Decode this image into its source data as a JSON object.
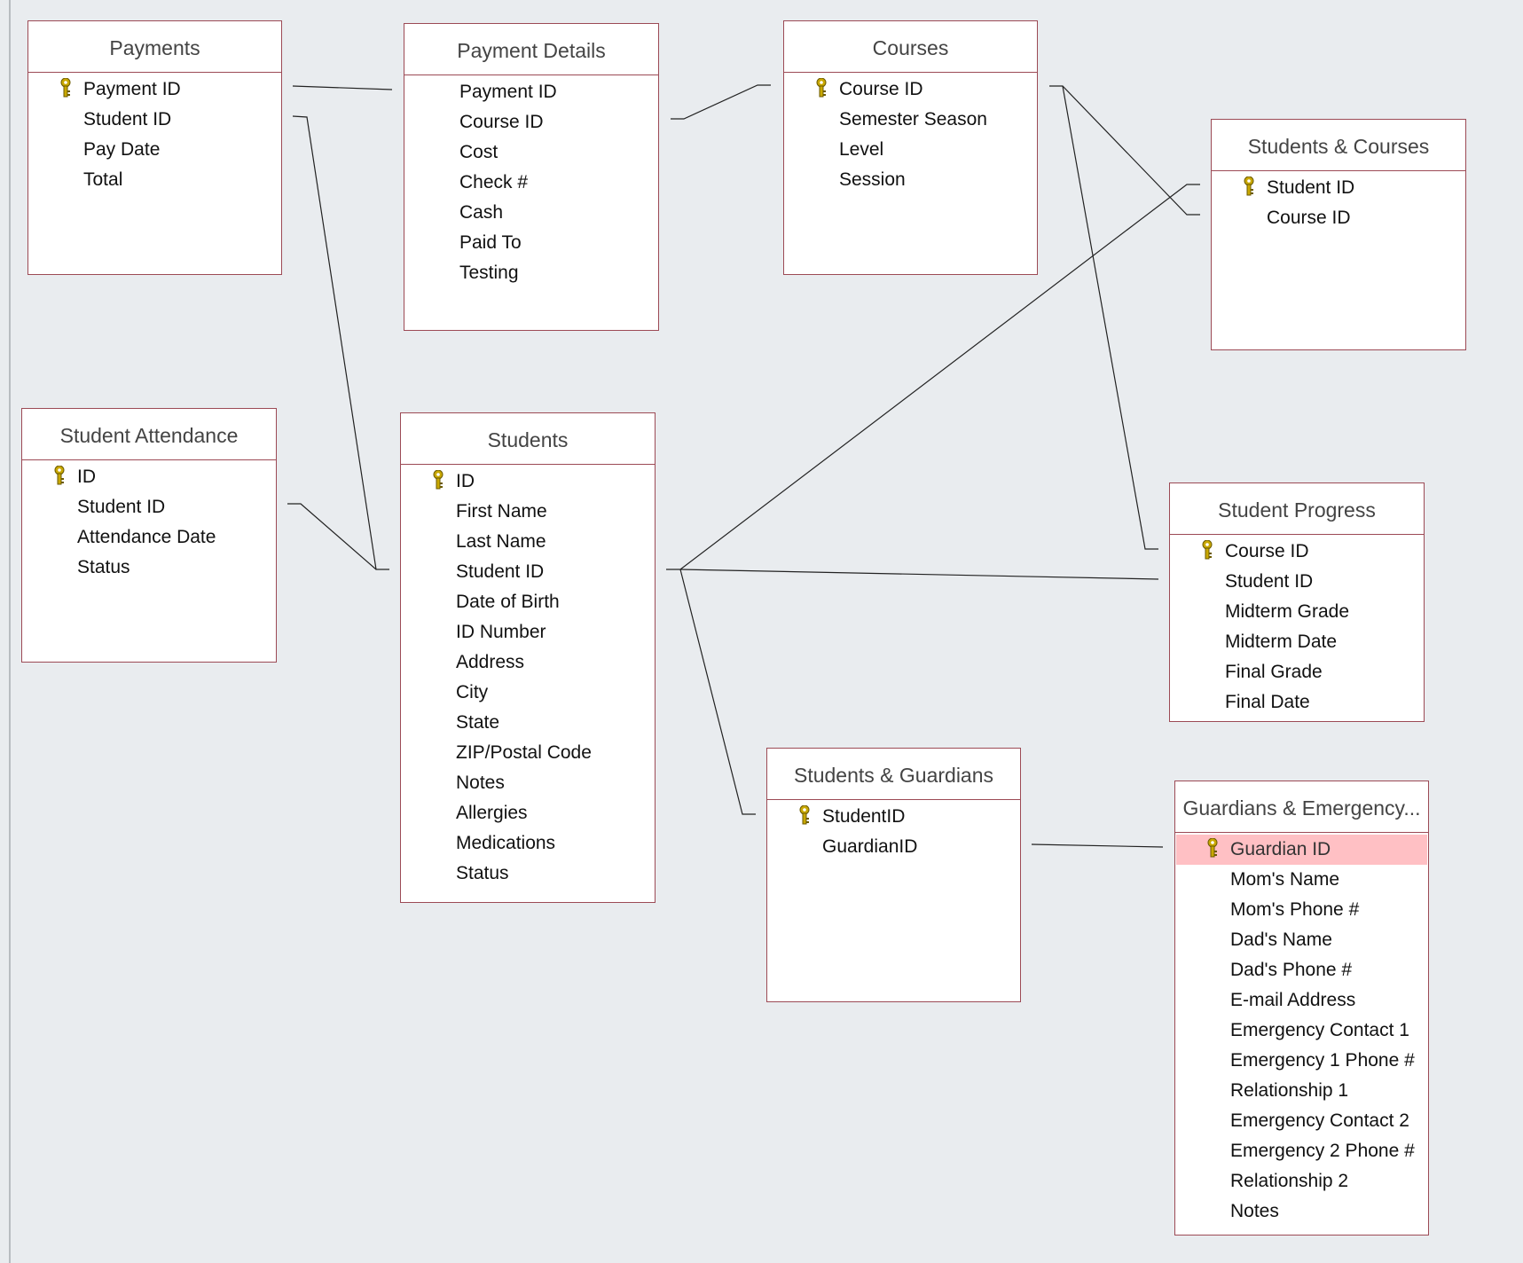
{
  "tables": [
    {
      "id": "payments",
      "title": "Payments",
      "fields": [
        "Payment ID",
        "Student ID",
        "Pay Date",
        "Total"
      ],
      "keys": [
        0
      ]
    },
    {
      "id": "payment-details",
      "title": "Payment Details",
      "fields": [
        "Payment ID",
        "Course ID",
        "Cost",
        "Check #",
        "Cash",
        "Paid To",
        "Testing"
      ],
      "keys": []
    },
    {
      "id": "courses",
      "title": "Courses",
      "fields": [
        "Course ID",
        "Semester Season",
        "Level",
        "Session"
      ],
      "keys": [
        0
      ]
    },
    {
      "id": "students-courses",
      "title": "Students & Courses",
      "fields": [
        "Student ID",
        "Course ID"
      ],
      "keys": [
        0
      ]
    },
    {
      "id": "student-attendance",
      "title": "Student Attendance",
      "fields": [
        "ID",
        "Student ID",
        "Attendance Date",
        "Status"
      ],
      "keys": [
        0
      ]
    },
    {
      "id": "students",
      "title": "Students",
      "fields": [
        "ID",
        "First Name",
        "Last Name",
        "Student ID",
        "Date of Birth",
        "ID Number",
        "Address",
        "City",
        "State",
        "ZIP/Postal Code",
        "Notes",
        "Allergies",
        "Medications",
        "Status"
      ],
      "keys": [
        0
      ]
    },
    {
      "id": "student-progress",
      "title": "Student Progress",
      "fields": [
        "Course ID",
        "Student ID",
        "Midterm Grade",
        "Midterm Date",
        "Final Grade",
        "Final Date"
      ],
      "keys": [
        0
      ]
    },
    {
      "id": "students-guardians",
      "title": "Students & Guardians",
      "fields": [
        "StudentID",
        "GuardianID"
      ],
      "keys": [
        0
      ]
    },
    {
      "id": "guardians-emergency",
      "title": "Guardians & Emergency...",
      "fields": [
        "Guardian ID",
        "Mom's Name",
        "Mom's Phone #",
        "Dad's Name",
        "Dad's Phone #",
        "E-mail Address",
        "Emergency Contact 1",
        "Emergency 1 Phone #",
        "Relationship 1",
        "Emergency Contact 2",
        "Emergency 2 Phone #",
        "Relationship 2",
        "Notes"
      ],
      "keys": [
        0
      ],
      "selected": 0
    }
  ],
  "colors": {
    "border": "#9c4a55",
    "selected": "#ffc0c4",
    "background": "#e9ecef"
  }
}
